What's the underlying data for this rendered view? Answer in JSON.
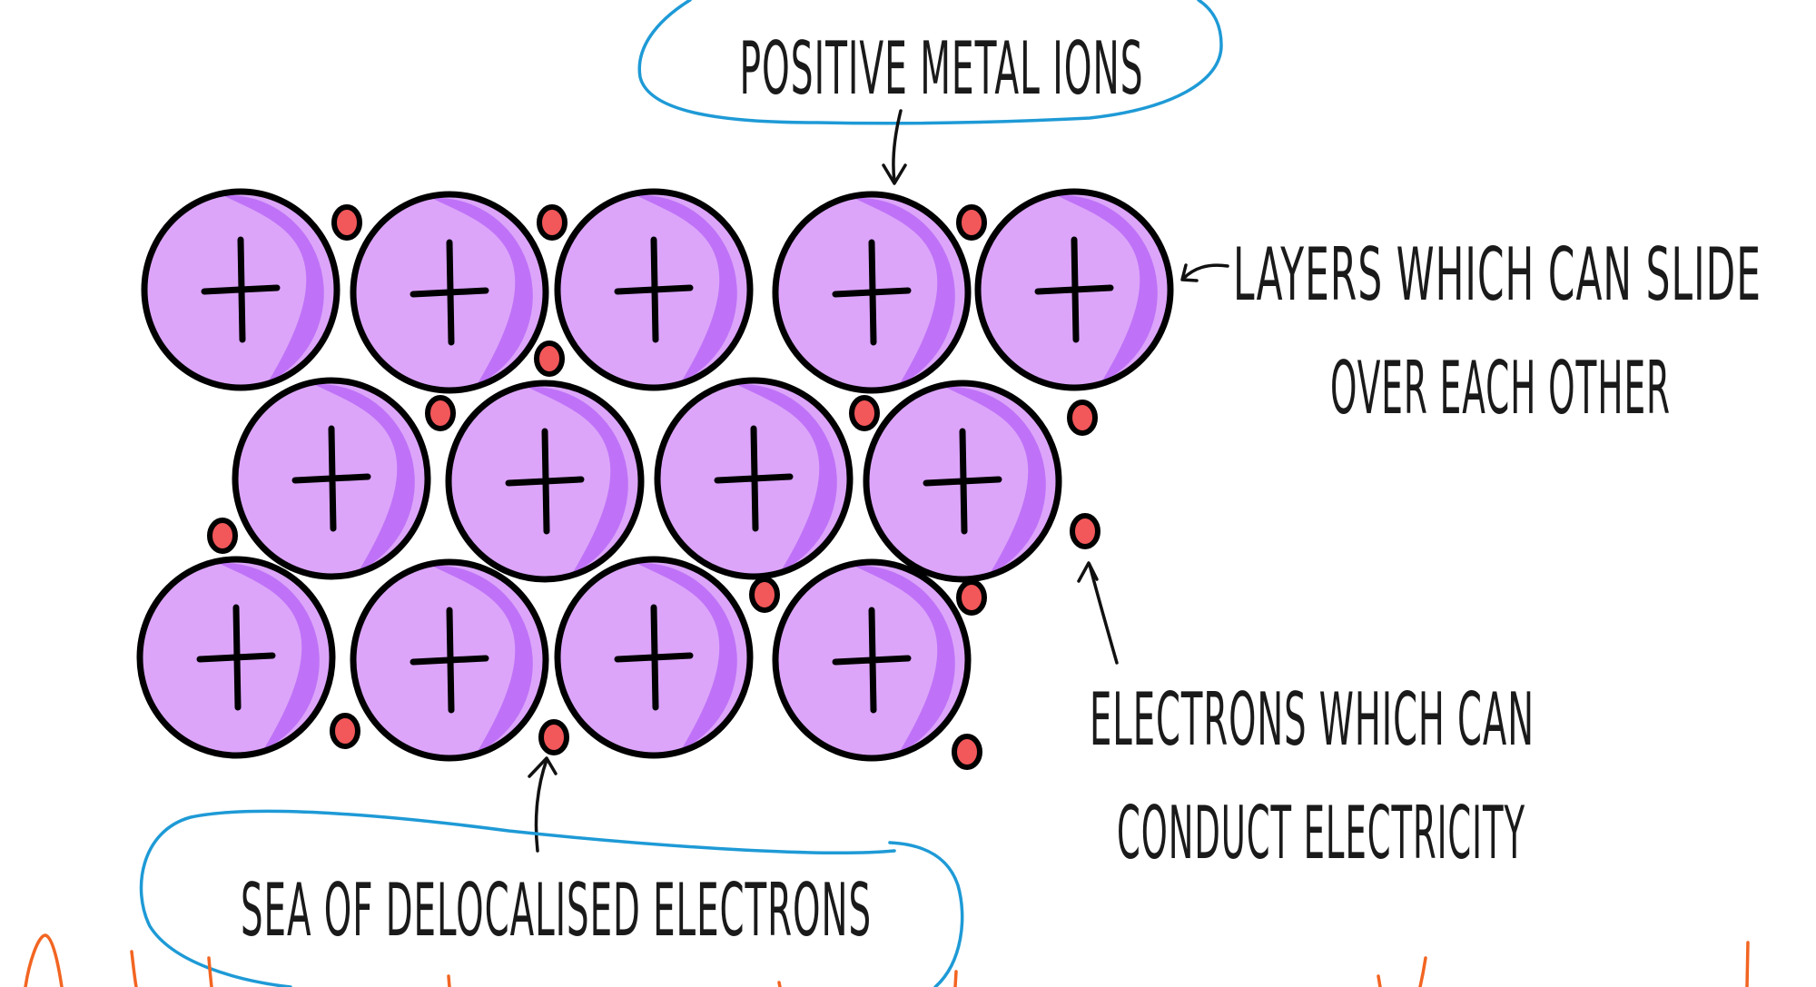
{
  "title": "Metallic bonding structure",
  "colors": {
    "ion_fill": "#dca5fa",
    "ion_shade": "#bf72f7",
    "electron_fill": "#f2575a",
    "callout_blue": "#1e9ad6",
    "handwriting_orange": "#f26522"
  },
  "labels": {
    "positive_metal_ions": "POSITIVE METAL IONS",
    "layers_line1": "LAYERS WHICH CAN SLIDE",
    "layers_line2": "OVER EACH OTHER",
    "electrons_line1": "ELECTRONS WHICH CAN",
    "electrons_line2": "CONDUCT ELECTRICITY",
    "sea_of_electrons": "SEA OF DELOCALISED ELECTRONS"
  },
  "lattice": {
    "ion_symbol": "+",
    "rows": [
      {
        "name": "top-row",
        "ion_count": 5
      },
      {
        "name": "middle-row",
        "ion_count": 4
      },
      {
        "name": "bottom-row",
        "ion_count": 4
      }
    ],
    "electron_count": 14
  }
}
